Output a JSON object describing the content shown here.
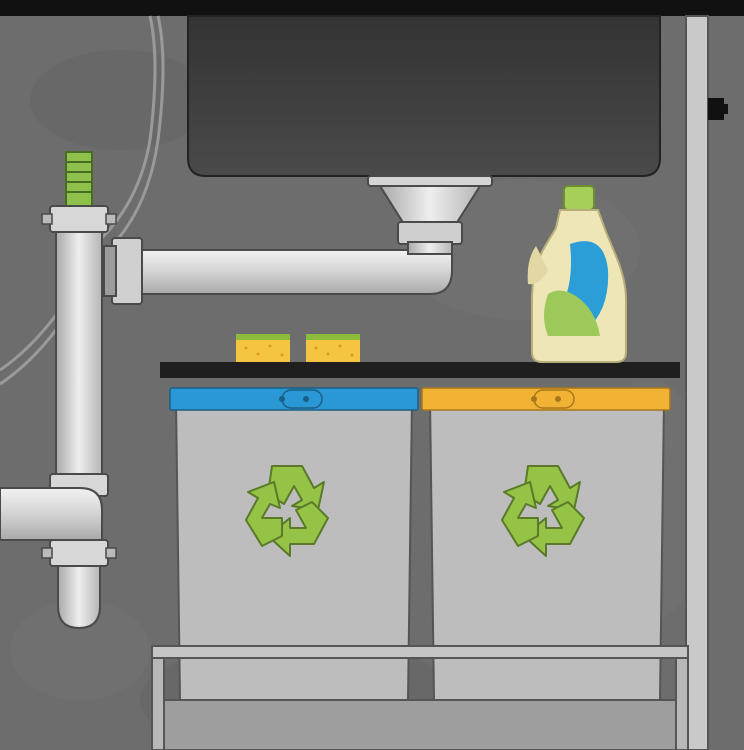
{
  "scene": {
    "title": "",
    "colors": {
      "wall": "#6e6e6e",
      "wall_dark": "#5a5a5a",
      "sink": "#3c3c3c",
      "pipe": "#d9d9d9",
      "pipe_outline": "#4a4a4a",
      "shelf": "#1f1f1f",
      "bin_body": "#bdbdbd",
      "bin_lid_left": "#2a98d4",
      "bin_lid_right": "#f2b233",
      "recycle_symbol": "#95c346",
      "bottle_body": "#efe6b8",
      "bottle_cap": "#a6cf5a",
      "bottle_label_blue": "#2b9ed8",
      "bottle_label_green": "#9cc95a",
      "sponge_yellow": "#f5c542",
      "sponge_green": "#8dbb3c",
      "hose_tip": "#8ec04c",
      "frame": "#c7c7c7"
    },
    "objects": {
      "bins": [
        {
          "name": "left-bin",
          "lid_color": "blue",
          "symbol": "recycle-icon"
        },
        {
          "name": "right-bin",
          "lid_color": "yellow",
          "symbol": "recycle-icon"
        }
      ],
      "sponges": 2,
      "bottle": "detergent-bottle-icon"
    }
  }
}
